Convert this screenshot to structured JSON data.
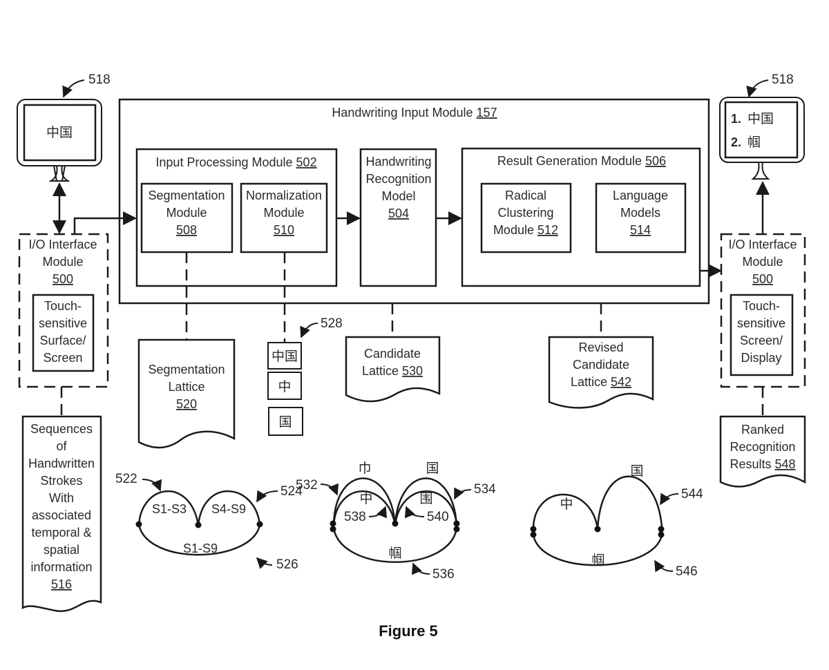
{
  "figure": {
    "caption": "Figure 5"
  },
  "handwriting_input_module": {
    "label": "Handwriting Input Module",
    "ref": "157"
  },
  "input_processing_module": {
    "label": "Input Processing Module",
    "ref": "502"
  },
  "segmentation_module": {
    "lines": [
      "Segmentation",
      "Module"
    ],
    "ref": "508"
  },
  "normalization_module": {
    "lines": [
      "Normalization",
      "Module"
    ],
    "ref": "510"
  },
  "recognition_model": {
    "lines": [
      "Handwriting",
      "Recognition",
      "Model"
    ],
    "ref": "504"
  },
  "result_generation_module": {
    "label": "Result Generation Module",
    "ref": "506"
  },
  "radical_clustering_module": {
    "lines": [
      "Radical",
      "Clustering",
      "Module"
    ],
    "ref": "512"
  },
  "language_models": {
    "lines": [
      "Language",
      "Models"
    ],
    "ref": "514"
  },
  "io_left": {
    "lines": [
      "I/O Interface",
      "Module"
    ],
    "ref": "500",
    "inner_lines": [
      "Touch-",
      "sensitive",
      "Surface/",
      "Screen"
    ]
  },
  "io_right": {
    "lines": [
      "I/O Interface",
      "Module"
    ],
    "ref": "500",
    "inner_lines": [
      "Touch-",
      "sensitive",
      "Screen/",
      "Display"
    ]
  },
  "display_left": {
    "ref": "518",
    "content": "handwritten 中国 strokes"
  },
  "display_right": {
    "ref": "518",
    "results": [
      {
        "rank": "1.",
        "text": "中国"
      },
      {
        "rank": "2.",
        "text": "帼"
      }
    ]
  },
  "documents": {
    "strokes": {
      "lines": [
        "Sequences",
        "of",
        "Handwritten",
        "Strokes",
        "With",
        "associated",
        "temporal &",
        "spatial",
        "information"
      ],
      "ref": "516"
    },
    "segmentation_lattice": {
      "lines": [
        "Segmentation",
        "Lattice"
      ],
      "ref": "520"
    },
    "candidate_lattice": {
      "lines": [
        "Candidate",
        "Lattice"
      ],
      "ref": "530"
    },
    "revised_candidate_lattice": {
      "lines": [
        "Revised",
        "Candidate",
        "Lattice"
      ],
      "ref": "542"
    },
    "ranked_results": {
      "lines": [
        "Ranked",
        "Recognition",
        "Results"
      ],
      "ref": "548"
    }
  },
  "normalized_images": {
    "ref": "528"
  },
  "seg_lattice_graph": {
    "arc_labels": [
      "S1-S3",
      "S4-S9",
      "S1-S9"
    ],
    "refs": {
      "left_arc": "522",
      "right_arc": "524",
      "bottom_arc": "526"
    }
  },
  "candidate_graph": {
    "upper_left": "巾",
    "lower_left": "中",
    "upper_right": "国",
    "lower_right": "围",
    "bottom": "帼",
    "refs": {
      "left_arcs": "532",
      "right_arcs": "534",
      "bottom_arc": "536",
      "inner_left": "538",
      "inner_right": "540"
    }
  },
  "revised_graph": {
    "left": "中",
    "right": "国",
    "bottom": "帼",
    "refs": {
      "right_arc": "544",
      "bottom_arc": "546"
    }
  }
}
